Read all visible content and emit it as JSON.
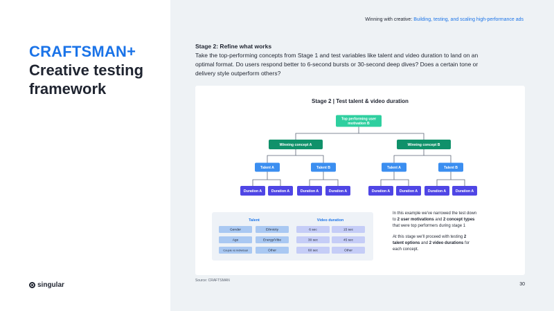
{
  "header": {
    "prefix": "Winning with creative:",
    "accent": "Building, testing, and scaling high-performance ads"
  },
  "left": {
    "brand": "CRAFTSMAN+",
    "title": "Creative testing framework",
    "logo_text": "singular"
  },
  "stage": {
    "title": "Stage 2: Refine what works",
    "body": "Take the top-performing concepts from Stage 1 and test variables like talent and video duration to land on an optimal format. Do users respond better to 6-second bursts or 30-second deep dives? Does a certain tone or delivery style outperform others?"
  },
  "diagram": {
    "title": "Stage 2 | Test talent & video duration",
    "root": [
      "Top performing user",
      "motivation B"
    ],
    "concepts": [
      "Winning concept A",
      "Winning concept B"
    ],
    "talents": [
      "Talent A",
      "Talent B",
      "Talent A",
      "Talent B"
    ],
    "duration_label": "Duration A",
    "colors": {
      "root": "#2ecf9f",
      "concept": "#10916a",
      "talent": "#3b8ef0",
      "duration": "#4f46e5"
    }
  },
  "table": {
    "talent_header": "Talent",
    "duration_header": "Video duration",
    "talent_rows": [
      [
        "Gender",
        "Ethnicity"
      ],
      [
        "Age",
        "Energy/Vibe"
      ],
      [
        "Couple vs individual",
        "Other"
      ]
    ],
    "duration_rows": [
      [
        "6 sec",
        "15 sec"
      ],
      [
        "30 sec",
        "45 sec"
      ],
      [
        "60 sec",
        "Other"
      ]
    ]
  },
  "note": {
    "p1_a": "In this example we've narrowed the test down",
    "p1_b": "to ",
    "p1_b_bold1": "2 user motivations",
    "p1_b_mid": " and ",
    "p1_b_bold2": "2 concept types",
    "p1_c": "that were top performers during stage 1",
    "p2_a": "At this stage we'll proceed with testing ",
    "p2_a_bold": "2",
    "p2_b_bold": "talent options",
    "p2_b": " and ",
    "p2_b_bold2": "2 video durations",
    "p2_b_end": " for",
    "p2_c": "each concept."
  },
  "source": "Source: CRAFTSMAN",
  "page_number": "30"
}
